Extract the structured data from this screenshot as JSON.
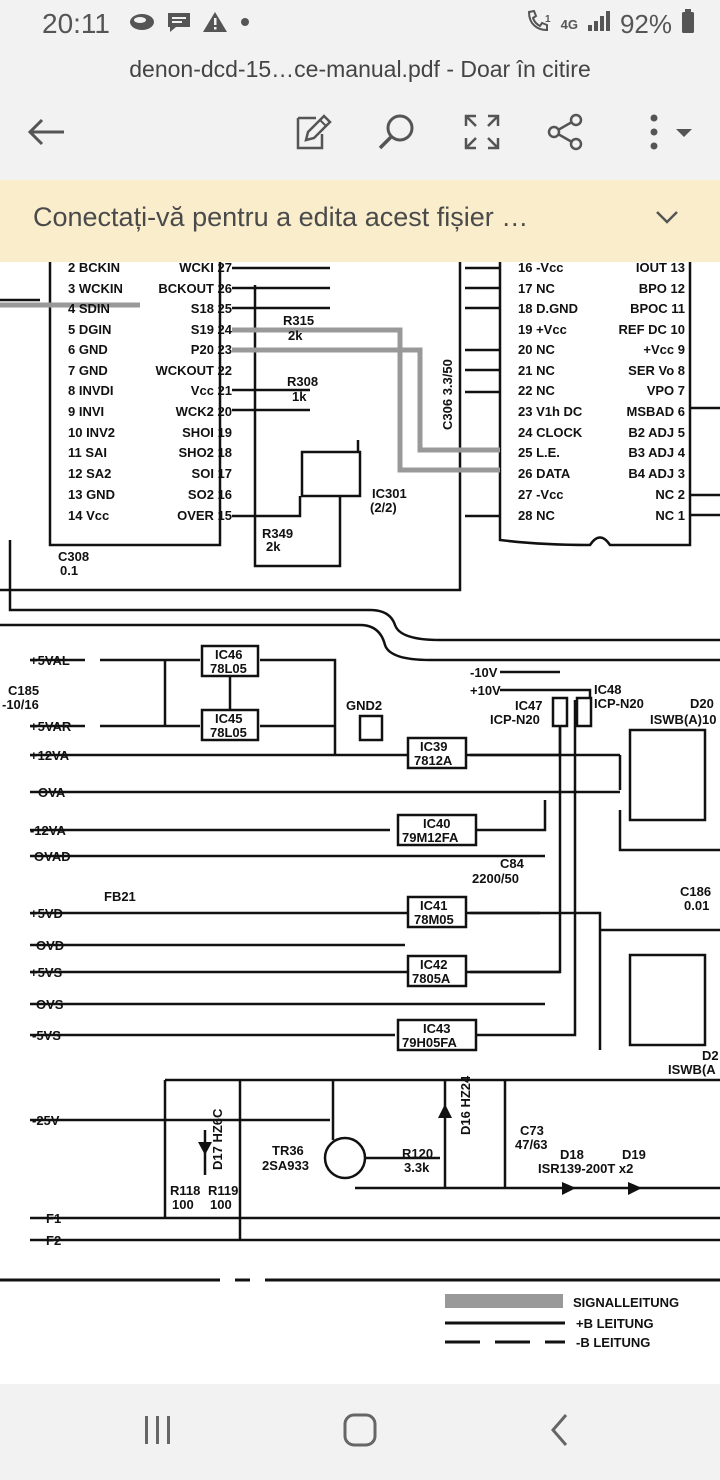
{
  "status": {
    "time": "20:11",
    "network": "4G",
    "battery": "92%"
  },
  "document": {
    "title": "denon-dcd-15…ce-manual.pdf - Doar în citire"
  },
  "toolbar": {
    "back_icon": "arrow-left-icon",
    "edit_icon": "edit-icon",
    "search_icon": "search-icon",
    "fullscreen_icon": "fullscreen-icon",
    "share_icon": "share-icon",
    "more_icon": "more-icon"
  },
  "banner": {
    "text": "Conectați-vă pentru a edita acest fișier …"
  },
  "schematic": {
    "ic_top_left_pins": [
      "2 BCKIN",
      "3 WCKIN",
      "4 SDIN",
      "5 DGIN",
      "6 GND",
      "7 GND",
      "8 INVDI",
      "9 INVI",
      "10 INV2",
      "11 SAI",
      "12 SA2",
      "13 GND",
      "14 Vcc"
    ],
    "ic_top_right_pins": [
      "WCKI 27",
      "BCKOUT 26",
      "S18 25",
      "S19 24",
      "P20 23",
      "WCKOUT 22",
      "Vcc 21",
      "WCK2 20",
      "SHOI 19",
      "SHO2 18",
      "SOI 17",
      "SO2 16",
      "OVER 15"
    ],
    "dac_left_pins": [
      "16 -Vcc",
      "17 NC",
      "18 D.GND",
      "19 +Vcc",
      "20 NC",
      "21 NC",
      "22 NC",
      "23 V1h DC",
      "24 CLOCK",
      "25 L.E.",
      "26 DATA",
      "27 -Vcc",
      "28 NC"
    ],
    "dac_right_pins": [
      "IOUT 13",
      "BPO 12",
      "BPOC 11",
      "REF DC 10",
      "+Vcc 9",
      "SER Vo 8",
      "VPO 7",
      "MSBAD 6",
      "B2 ADJ 5",
      "B3 ADJ 4",
      "B4 ADJ 3",
      "NC 2",
      "NC 1"
    ],
    "labels": {
      "r315": "R315",
      "r315v": "2k",
      "r308": "R308",
      "r308v": "1k",
      "r349": "R349",
      "r349v": "2k",
      "ic301": "IC301",
      "ic301v": "(2/2)",
      "c306": "C306 3.3/50",
      "c308": "C308",
      "c308v": "0.1",
      "c185": "C185",
      "c185v": "-10/16",
      "gnd2": "GND2",
      "ic46": "IC46",
      "ic46v": "78L05",
      "ic45": "IC45",
      "ic45v": "78L05",
      "ic39": "IC39",
      "ic39v": "7812A",
      "ic40": "IC40",
      "ic40v": "79M12FA",
      "ic41": "IC41",
      "ic41v": "78M05",
      "ic42": "IC42",
      "ic42v": "7805A",
      "ic43": "IC43",
      "ic43v": "79H05FA",
      "ic47": "IC47",
      "ic47v": "ICP-N20",
      "ic48": "IC48",
      "ic48v": "ICP-N20",
      "d20": "D20",
      "d20v": "ISWB(A)10",
      "d21": "D2",
      "d21v": "ISWB(A",
      "tr36": "TR36",
      "tr36v": "2SA933",
      "fb21": "FB21",
      "c84": "C84",
      "c84v": "2200/50",
      "c186": "C186",
      "c186v": "0.01",
      "d18": "D18",
      "d19": "D19",
      "d18v": "ISR139-200T x2",
      "d17": "D17 HZ6C",
      "d16": "D16 HZ24",
      "r120": "R120",
      "r120v": "3.3k",
      "r118": "R118",
      "r118v": "100",
      "r119": "R119",
      "r119v": "100",
      "c73": "C73",
      "c73v": "47/63"
    },
    "rails": [
      "+5VAL",
      "+5VAR",
      "+12VA",
      "OVA",
      "-12VA",
      "OVAD",
      "+5VD",
      "OVD",
      "+5VS",
      "OVS",
      "-5VS",
      "-25V",
      "F1",
      "F2"
    ],
    "inputs": [
      "-10V",
      "+10V"
    ],
    "legend": [
      "SIGNALLEITUNG",
      "+B LEITUNG",
      "-B LEITUNG"
    ]
  },
  "navbar": {
    "recent_icon": "recent-apps-icon",
    "home_icon": "home-icon",
    "back_icon": "back-icon"
  }
}
